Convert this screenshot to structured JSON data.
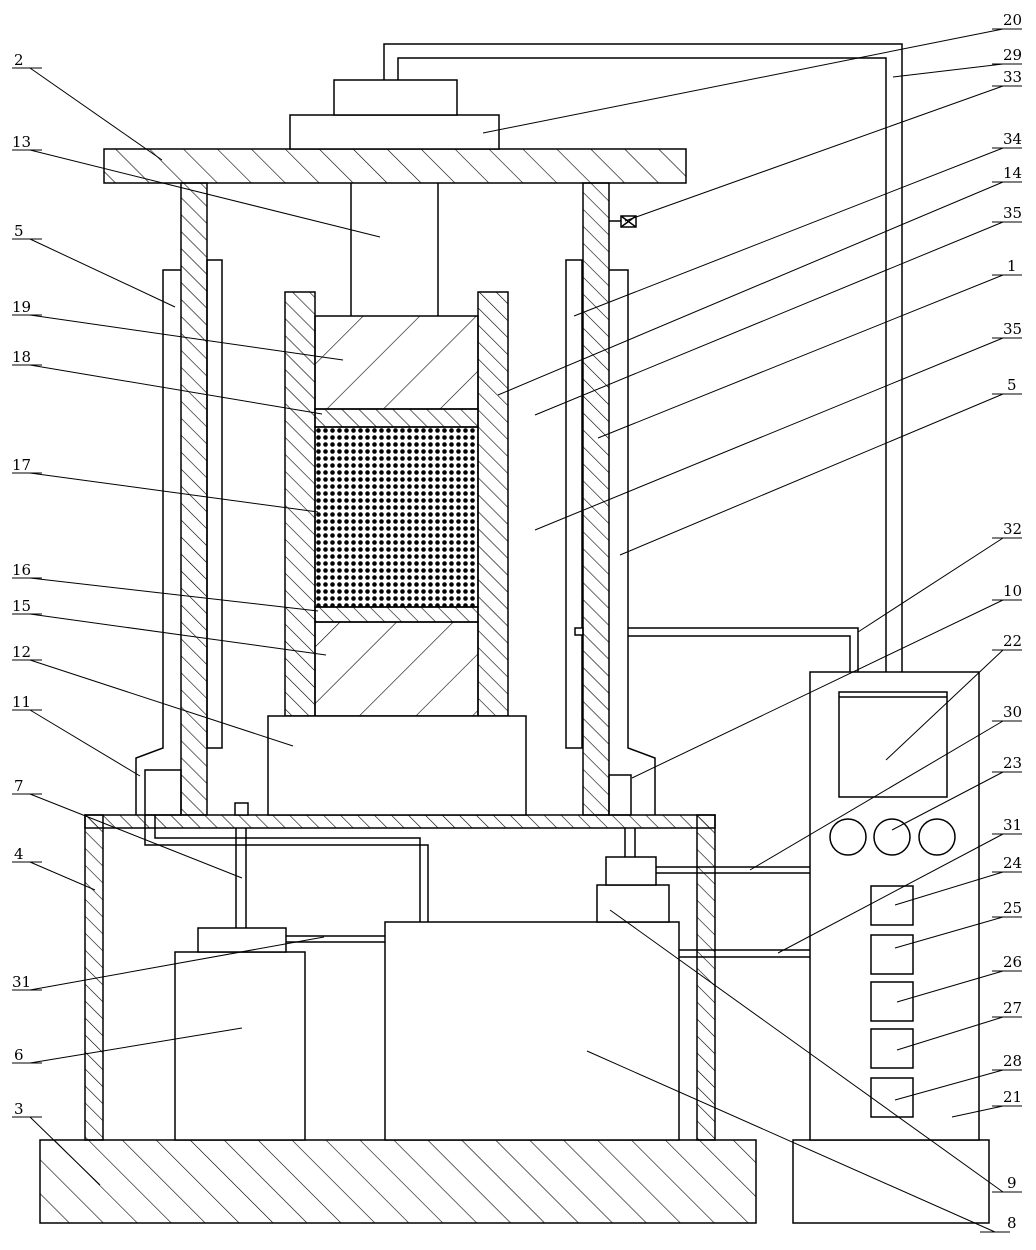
{
  "labels": {
    "l1": "1",
    "l2": "2",
    "l3": "3",
    "l4": "4",
    "l5a": "5",
    "l5b": "5",
    "l6": "6",
    "l7": "7",
    "l8": "8",
    "l9": "9",
    "l10": "10",
    "l11": "11",
    "l12": "12",
    "l13": "13",
    "l14": "14",
    "l15": "15",
    "l16": "16",
    "l17": "17",
    "l18": "18",
    "l19": "19",
    "l20": "20",
    "l21": "21",
    "l22": "22",
    "l23": "23",
    "l24": "24",
    "l25": "25",
    "l26": "26",
    "l27": "27",
    "l28": "28",
    "l29": "29",
    "l30": "30",
    "l31a": "31",
    "l31b": "31",
    "l32": "32",
    "l33": "33",
    "l34": "34",
    "l35a": "35",
    "l35b": "35"
  }
}
